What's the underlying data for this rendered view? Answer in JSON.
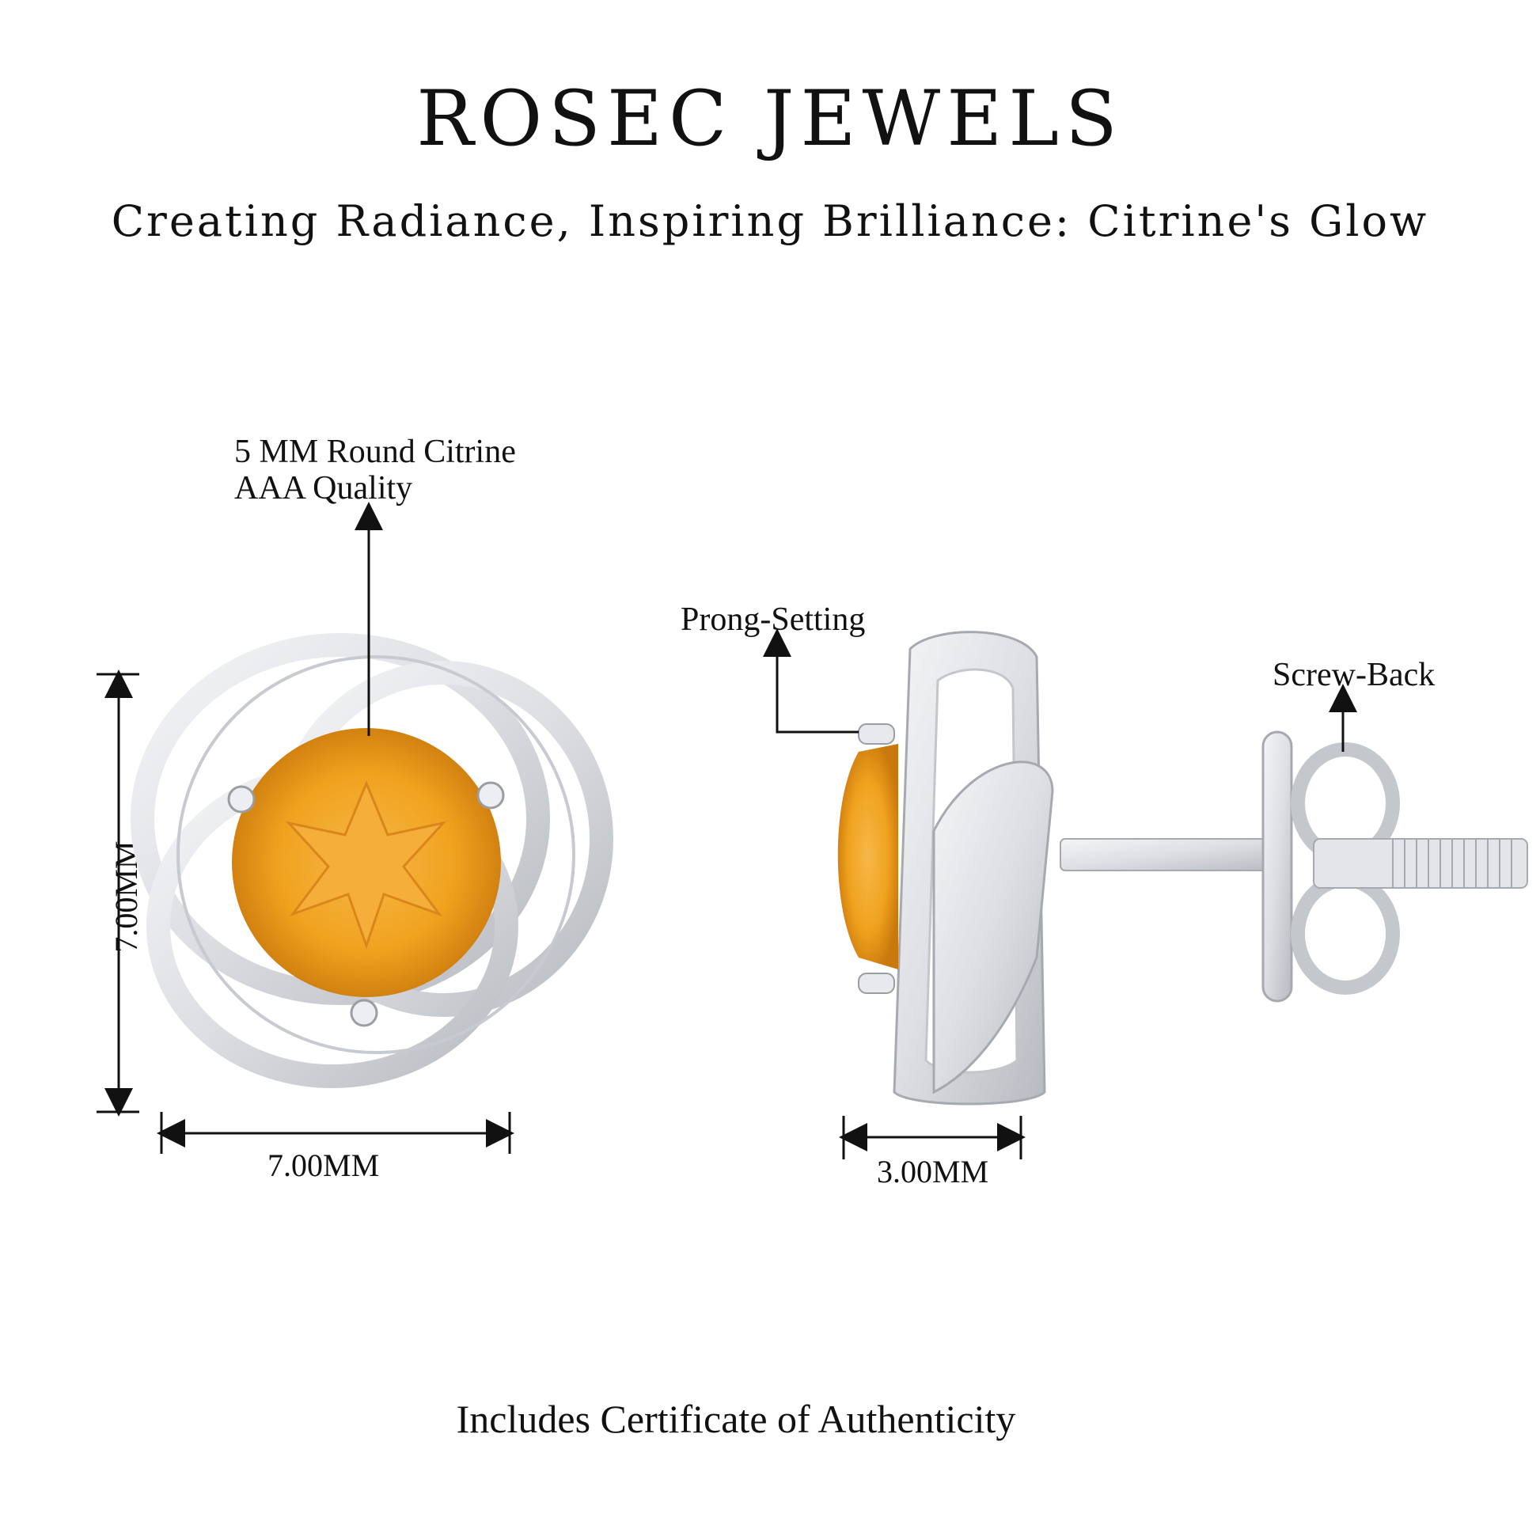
{
  "header": {
    "brand": "ROSEC JEWELS",
    "tagline": "Creating Radiance, Inspiring Brilliance: Citrine's Glow"
  },
  "callouts": {
    "stone_line1": "5 MM Round Citrine",
    "stone_line2": "AAA Quality",
    "prong": "Prong-Setting",
    "screw": "Screw-Back"
  },
  "dimensions": {
    "width": "7.00MM",
    "height": "7.00MM",
    "depth": "3.00MM"
  },
  "footer": {
    "text": "Includes Certificate of Authenticity"
  },
  "colors": {
    "metal": "#e6e7ea",
    "metal_shadow": "#b9bcc2",
    "citrine": "#f0a21e",
    "citrine_dark": "#c9780c",
    "ink": "#111111"
  }
}
